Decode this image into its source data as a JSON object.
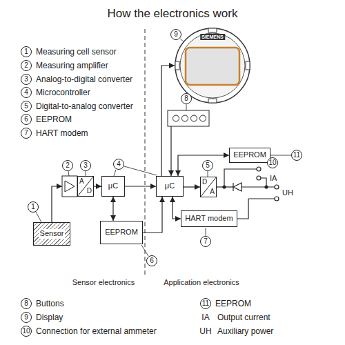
{
  "diagram": {
    "title": "How the electronics work",
    "nodes": [
      {
        "text": [
          "Sensor"
        ]
      },
      {
        "text": [
          "A",
          "D"
        ]
      },
      {
        "text": [
          "μC"
        ]
      },
      {
        "text": [
          "EEPROM"
        ]
      },
      {
        "text": [
          "SIEMENS"
        ]
      },
      {
        "text": [
          "μC"
        ]
      },
      {
        "text": [
          "EEPROM"
        ]
      },
      {
        "text": [
          "D",
          "A"
        ]
      },
      {
        "text": [
          "HART modem"
        ]
      }
    ],
    "edges": [
      {
        "from": 1,
        "to": 2,
        "arrow": "to"
      },
      {
        "from": 2,
        "to": 3,
        "arrow": "both"
      },
      {
        "from": 2,
        "to": 5,
        "arrow": "to"
      },
      {
        "from": 3,
        "to": 5,
        "arrow": "to"
      },
      {
        "from": 5,
        "to": 4,
        "arrow": "to"
      },
      {
        "from": 5,
        "to": 6,
        "arrow": "both"
      },
      {
        "from": 5,
        "to": 7,
        "arrow": "to"
      },
      {
        "from": 5,
        "to": 8,
        "arrow": "both"
      }
    ],
    "labels": [
      "1",
      "Measuring cell sensor",
      "2",
      "Measuring amplifier",
      "3",
      "Analog-to-digital converter",
      "4",
      "Microcontroller",
      "5",
      "Digital-to-analog converter",
      "6",
      "EEPROM",
      "7",
      "HART modem",
      "9",
      "8",
      "11",
      "10",
      "4",
      "2",
      "3",
      "5",
      "1",
      "7",
      "6",
      "IA",
      "UH",
      "Sensor electronics",
      "Application electronics",
      "8",
      "Buttons",
      "9",
      "Display",
      "10",
      "Connection for external ammeter",
      "11",
      "EEPROM",
      "IA",
      "Output current",
      "UH",
      "Auxiliary power"
    ]
  }
}
